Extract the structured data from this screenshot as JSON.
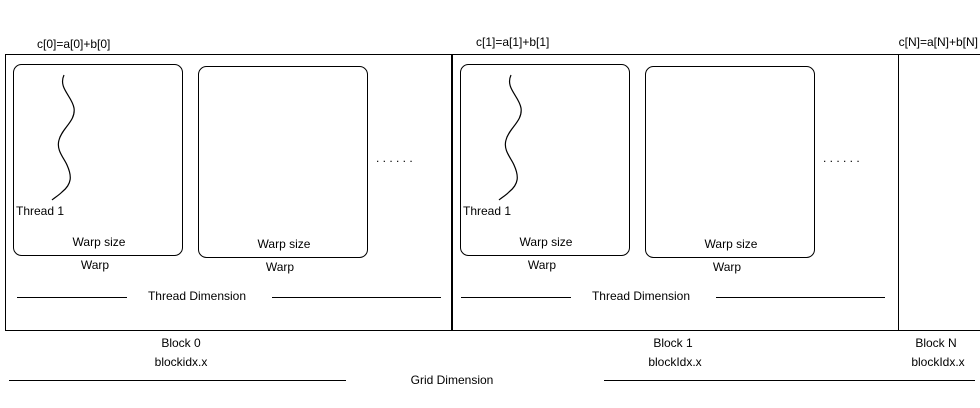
{
  "blocks": [
    {
      "formula": "c[0]=a[0]+b[0]",
      "warps": [
        {
          "inner_label": "Warp size",
          "outer_label": "Warp",
          "thread_label": "Thread 1"
        },
        {
          "inner_label": "Warp size",
          "outer_label": "Warp",
          "thread_label": ""
        }
      ],
      "ellipsis": ". . . . . .",
      "thread_dimension": "Thread Dimension",
      "name": "Block 0",
      "index_label": "blockidx.x"
    },
    {
      "formula": "c[1]=a[1]+b[1]",
      "warps": [
        {
          "inner_label": "Warp size",
          "outer_label": "Warp",
          "thread_label": "Thread 1"
        },
        {
          "inner_label": "Warp size",
          "outer_label": "Warp",
          "thread_label": ""
        }
      ],
      "ellipsis": ". . . . . .",
      "thread_dimension": "Thread Dimension",
      "name": "Block 1",
      "index_label": "blockIdx.x"
    },
    {
      "formula": "c[N]=a[N]+b[N]",
      "name": "Block N",
      "index_label": "blockIdx.x"
    }
  ],
  "grid_dimension": "Grid Dimension"
}
